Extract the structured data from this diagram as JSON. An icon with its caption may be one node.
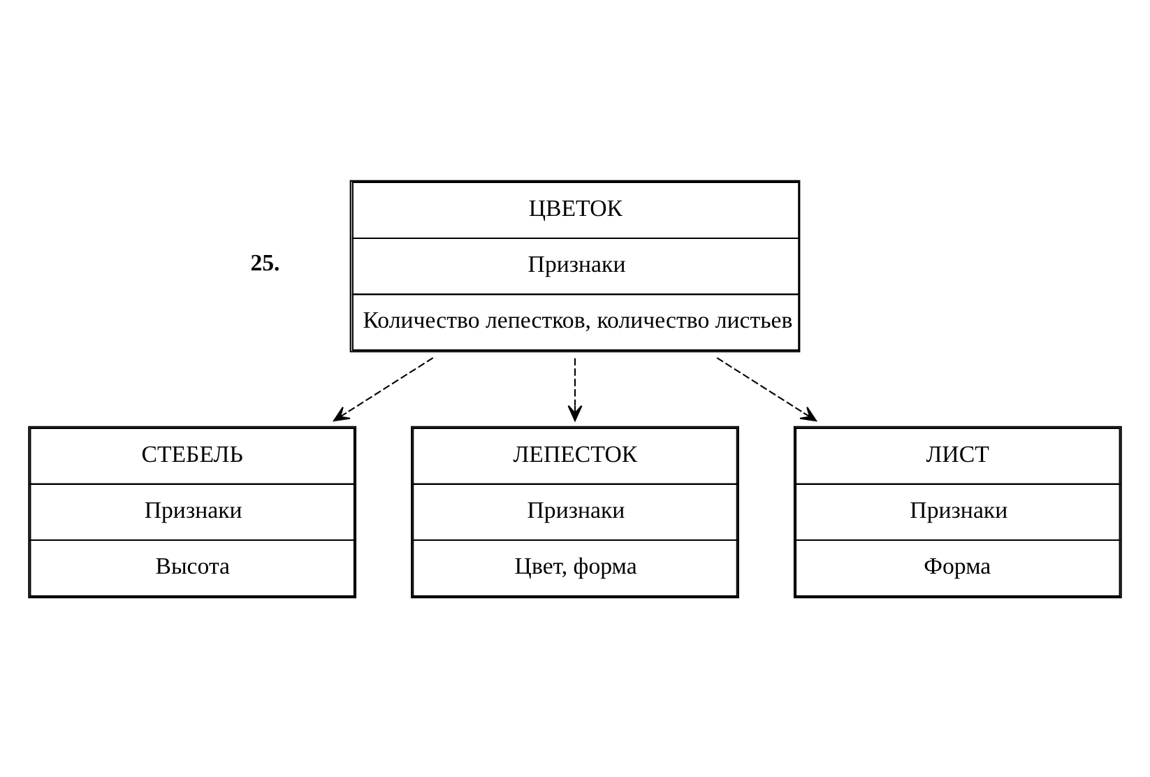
{
  "diagram": {
    "nodes": [
      {
        "text": [
          "ЦВЕТОК",
          "Признаки",
          "Количество лепестков, количество листьев"
        ]
      },
      {
        "text": [
          "СТЕБЕЛЬ",
          "Признаки",
          "Высота"
        ]
      },
      {
        "text": [
          "ЛЕПЕСТОК",
          "Признаки",
          "Цвет, форма"
        ]
      },
      {
        "text": [
          "ЛИСТ",
          "Признаки",
          "Форма"
        ]
      }
    ],
    "edges": [
      {
        "from": 0,
        "to": 1,
        "arrow": "to",
        "style": "dashed"
      },
      {
        "from": 0,
        "to": 2,
        "arrow": "to",
        "style": "dashed"
      },
      {
        "from": 0,
        "to": 3,
        "arrow": "to",
        "style": "dashed"
      }
    ],
    "labels": [
      "25."
    ]
  }
}
